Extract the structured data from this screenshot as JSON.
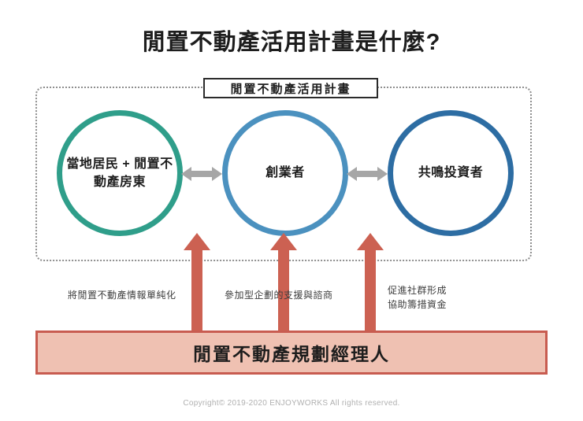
{
  "page": {
    "title": "閒置不動產活用計畫是什麼?",
    "copyright": "Copyright© 2019-2020 ENJOYWORKS All rights reserved."
  },
  "scheme": {
    "label": "閒置不動產活用計畫",
    "border_color": "#8f8f8f",
    "label_border_color": "#2b2b2b",
    "circles": [
      {
        "id": "local-residents",
        "text": "當地居民\n+\n閒置不動產房東",
        "color": "#2f9e8a"
      },
      {
        "id": "founder",
        "text": "創業者",
        "color": "#4b91bf"
      },
      {
        "id": "investor",
        "text": "共鳴投資者",
        "color": "#2d6da3"
      }
    ],
    "connector_arrow_color": "#a6a6a6"
  },
  "support": {
    "arrow_color": "#cc6152",
    "captions": [
      {
        "id": "simplify-info",
        "text": "將閒置不動產情報單純化"
      },
      {
        "id": "project-support",
        "text": "參加型企劃的支援與諮商"
      },
      {
        "id": "community-funding",
        "text": "促進社群形成\n協助籌措資金"
      }
    ]
  },
  "manager": {
    "label": "閒置不動產規劃經理人",
    "fill_color": "#efc1b2",
    "border_color": "#c85c50"
  }
}
